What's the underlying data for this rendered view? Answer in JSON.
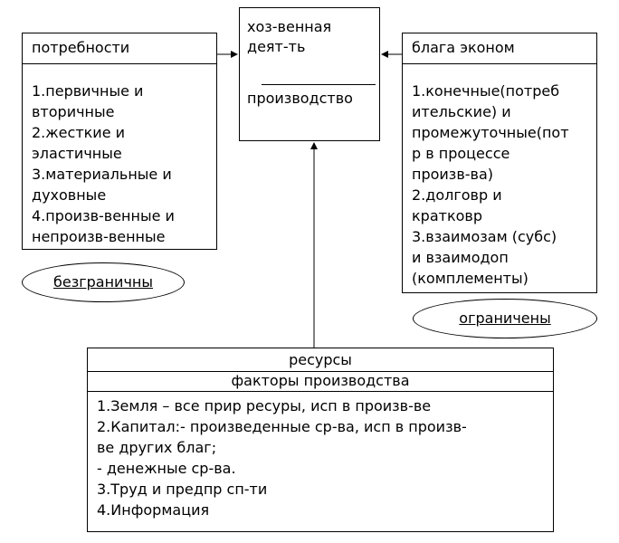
{
  "needs": {
    "title": "потребности",
    "items": "1.первичные и\nвторичные\n2.жесткие и\nэластичные\n3.материальные и\nдуховные\n4.произв-венные и\nнепроизв-венные"
  },
  "activity": {
    "title": "хоз-венная\nдеят-ть",
    "subtitle": "производство"
  },
  "goods": {
    "title": "блага эконом",
    "items": "1.конечные(потреб\nительские) и\nпромежуточные(пот\nр в процессе\nпроизв-ва)\n2.долговр и\nкратковр\n3.взаимозам (субс)\nи взаимодоп\n(комплементы)"
  },
  "needs_oval": "безграничны",
  "goods_oval": "ограничены",
  "resources": {
    "title": "ресурсы",
    "subtitle": "факторы производства",
    "items": "1.Земля – все прир ресуры, исп в произв-ве\n2.Капитал:- произведенные ср-ва, исп в произв-\nве других благ;\n- денежные ср-ва.\n3.Труд и предпр сп-ти\n4.Информация"
  }
}
